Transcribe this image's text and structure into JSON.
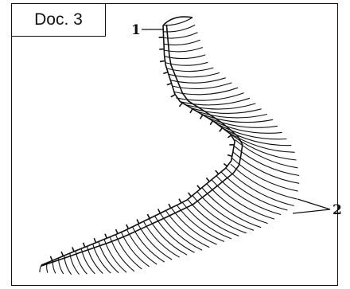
{
  "doc_label": "Doc. 3",
  "markers": {
    "one": "1",
    "two": "2"
  },
  "colors": {
    "ink": "#111111",
    "paper": "#ffffff"
  },
  "icon": "gill-structure-drawing"
}
